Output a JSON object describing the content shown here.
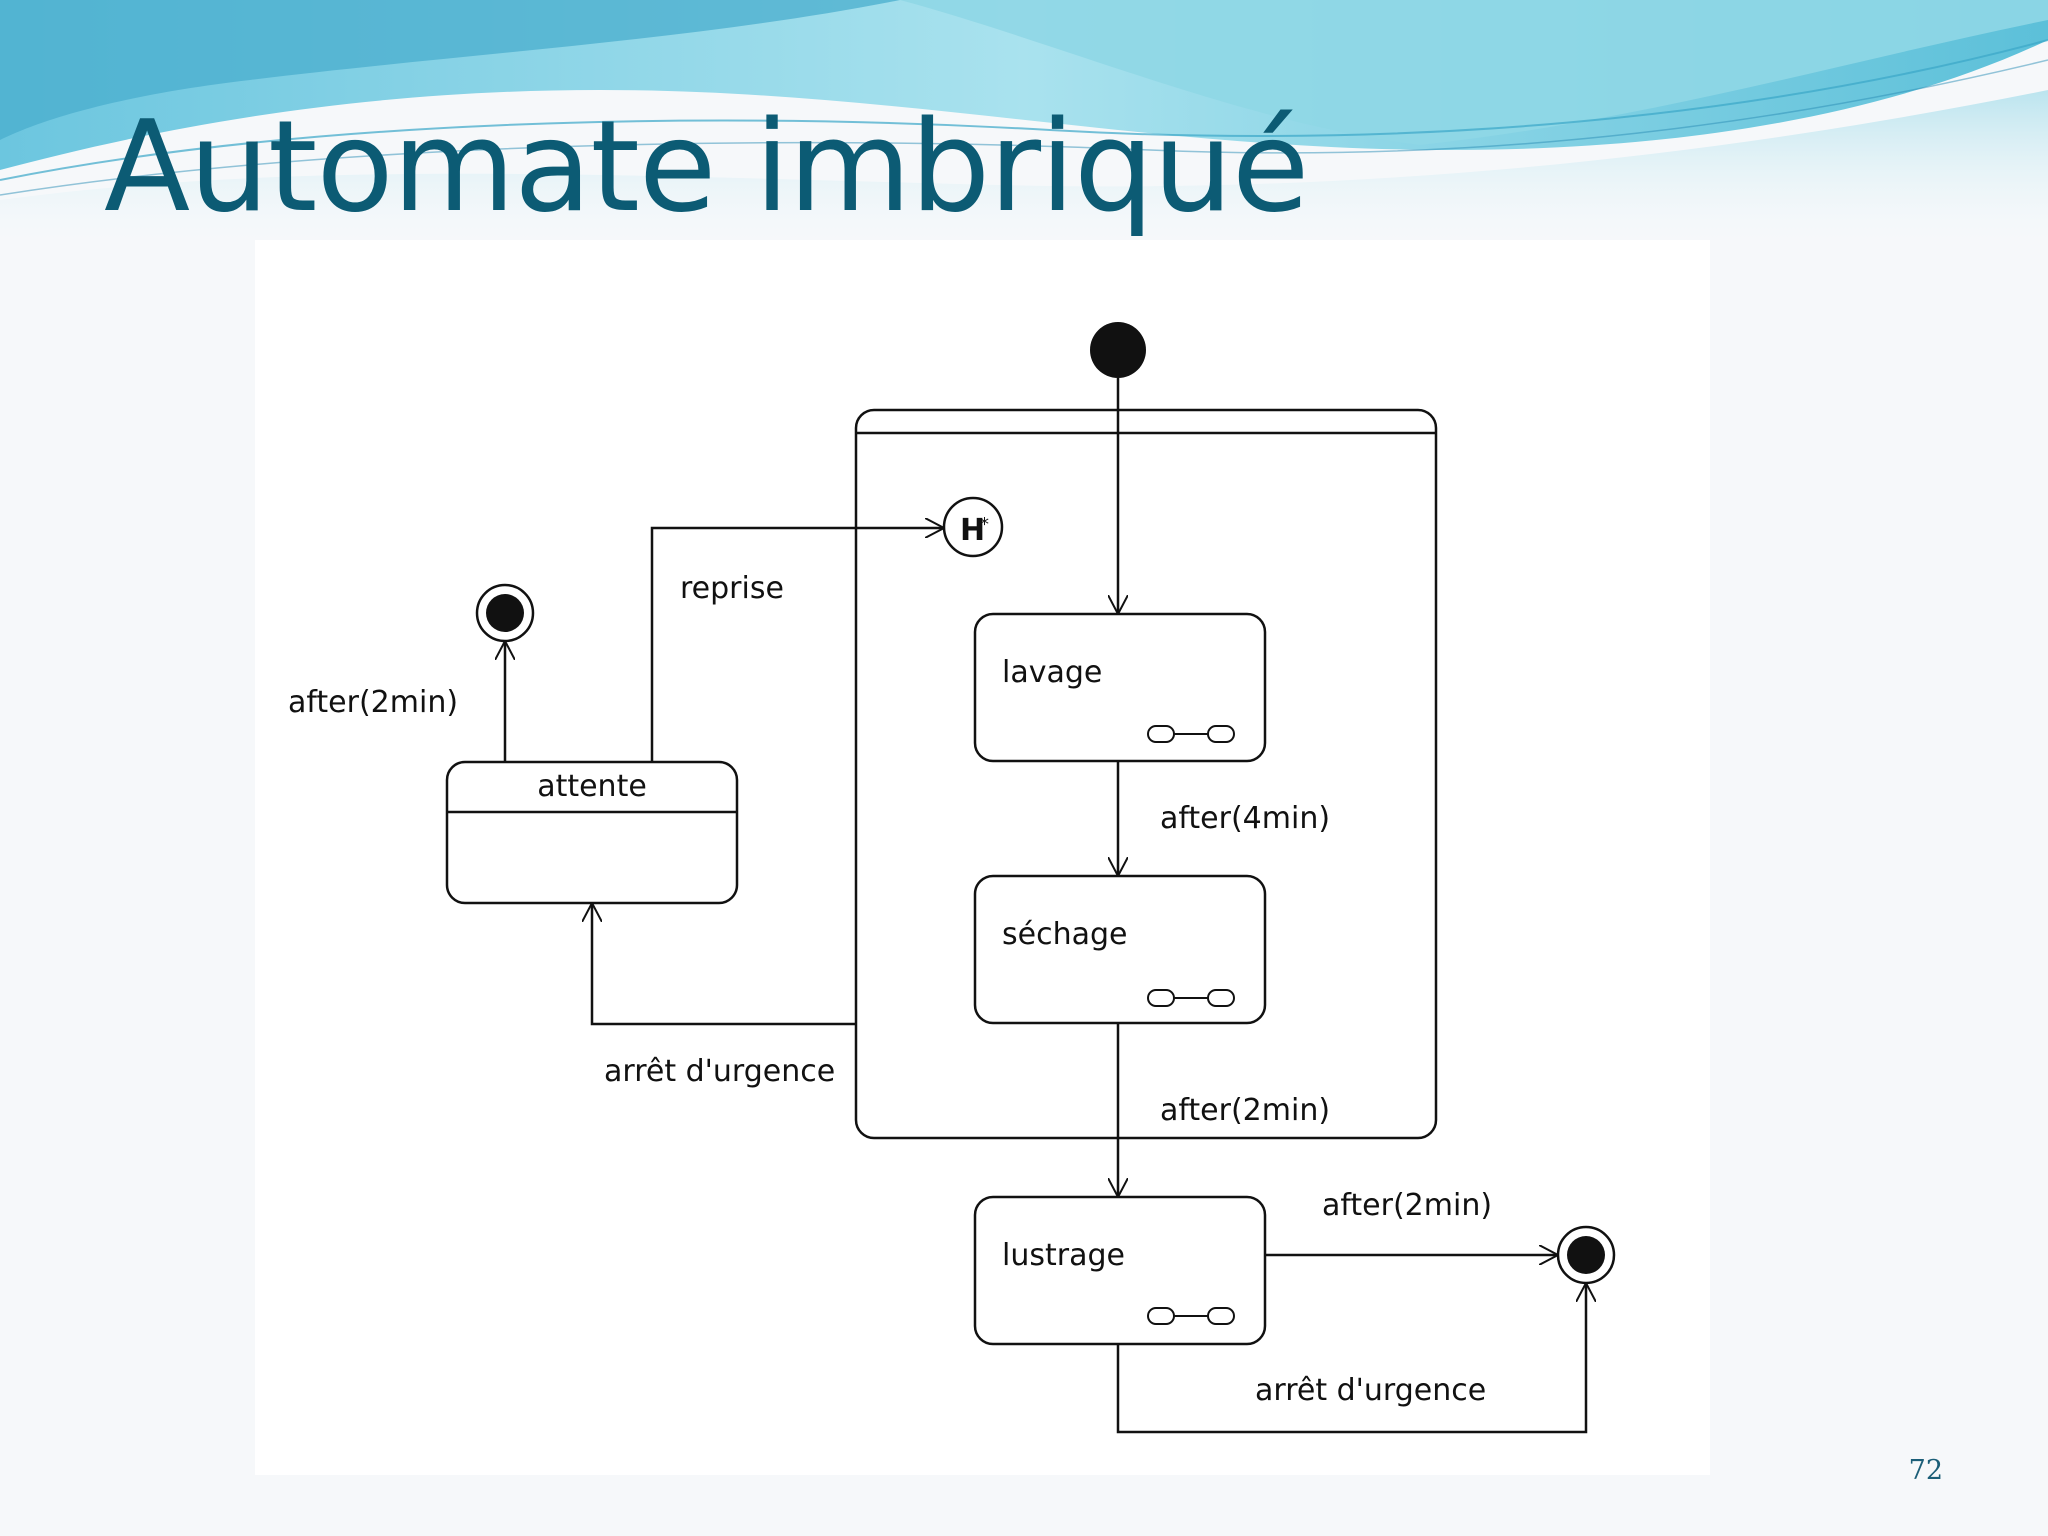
{
  "slide": {
    "title": "Automate imbriqué",
    "page_number": "72"
  },
  "diagram": {
    "composite_state": {
      "name": ""
    },
    "states": {
      "lavage": "lavage",
      "sechage": "séchage",
      "lustrage": "lustrage",
      "attente": "attente"
    },
    "history": {
      "symbol": "H",
      "marker": "*"
    },
    "transitions": {
      "lavage_to_sechage": "after(4min)",
      "sechage_to_lustrage": "after(2min)",
      "lustrage_to_final": "after(2min)",
      "attente_to_final": "after(2min)",
      "attente_to_history": "reprise",
      "composite_to_attente": "arrêt d'urgence",
      "lustrage_emergency": "arrêt d'urgence"
    }
  },
  "colors": {
    "title": "#0c5b74",
    "banner_light": "#8fd7e6",
    "banner_dark": "#3aa6c8",
    "line": "#111111"
  }
}
